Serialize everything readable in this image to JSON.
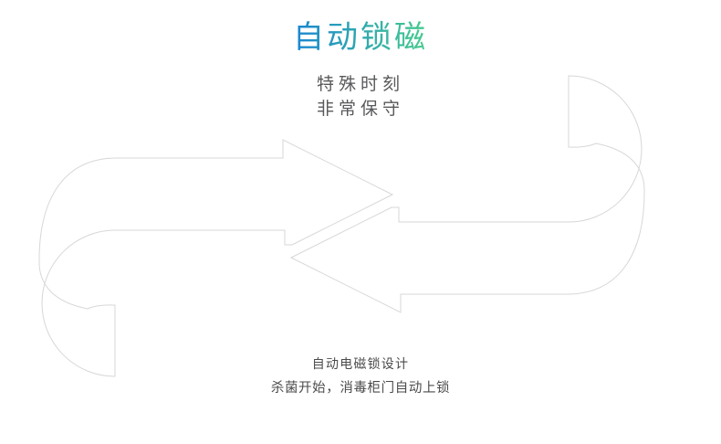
{
  "page": {
    "background_color": "#ffffff"
  },
  "header": {
    "title": "自动锁磁",
    "title_gradient": {
      "from": "#1a85d2",
      "to": "#47cc8c"
    },
    "subtitle_lines": [
      "特殊时刻",
      "非常保守"
    ],
    "subtitle_color": "#58595b"
  },
  "graphic": {
    "icon": "loop-cycle-arrows-icon",
    "stroke_color": "#d7d7d7"
  },
  "footer": {
    "caption": "自动电磁锁设计",
    "description": "杀菌开始，消毒柜门自动上锁",
    "text_color": "#4b4b4b"
  }
}
